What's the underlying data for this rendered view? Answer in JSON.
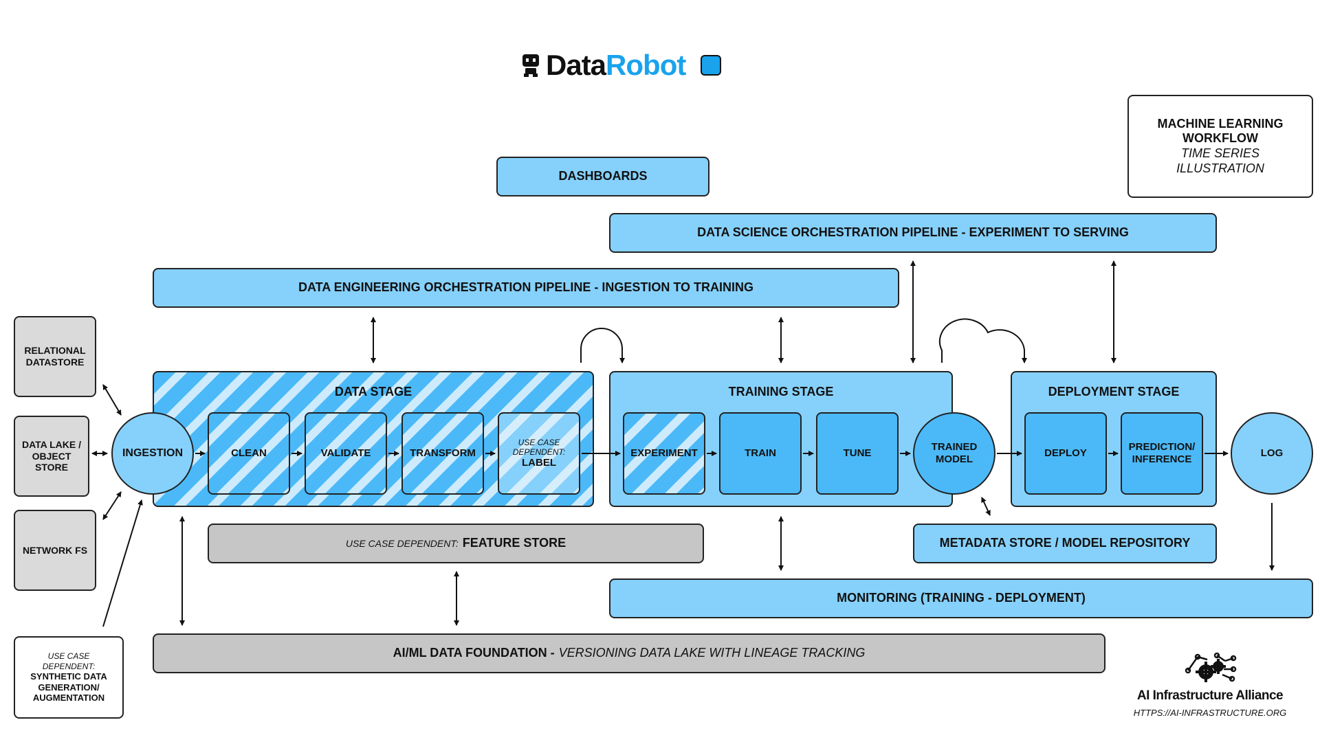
{
  "logo": {
    "prefix": "Data",
    "suffix": "Robot"
  },
  "info_box": {
    "line1": "MACHINE LEARNING",
    "line2": "WORKFLOW",
    "line3": "TIME SERIES",
    "line4": "ILLUSTRATION"
  },
  "dashboards": "DASHBOARDS",
  "ds_pipeline": "DATA SCIENCE ORCHESTRATION PIPELINE - EXPERIMENT TO SERVING",
  "de_pipeline": "DATA ENGINEERING ORCHESTRATION PIPELINE - INGESTION TO TRAINING",
  "sources": {
    "relational": "RELATIONAL DATASTORE",
    "datalake": "DATA LAKE / OBJECT STORE",
    "networkfs": "NETWORK FS"
  },
  "synthetic": {
    "prefix": "USE CASE DEPENDENT:",
    "text": "SYNTHETIC DATA GENERATION/ AUGMENTATION"
  },
  "data_stage": {
    "title": "DATA STAGE",
    "ingestion": "INGESTION",
    "clean": "CLEAN",
    "validate": "VALIDATE",
    "transform": "TRANSFORM",
    "label_prefix": "USE CASE DEPENDENT:",
    "label": "LABEL"
  },
  "training_stage": {
    "title": "TRAINING STAGE",
    "experiment": "EXPERIMENT",
    "train": "TRAIN",
    "tune": "TUNE",
    "trained_model": "TRAINED MODEL"
  },
  "deployment_stage": {
    "title": "DEPLOYMENT STAGE",
    "deploy": "DEPLOY",
    "prediction": "PREDICTION/ INFERENCE"
  },
  "log": "LOG",
  "feature_store": {
    "prefix": "USE CASE DEPENDENT:",
    "text": "FEATURE STORE"
  },
  "metadata_store": "METADATA STORE / MODEL REPOSITORY",
  "monitoring": "MONITORING (TRAINING - DEPLOYMENT)",
  "foundation": {
    "bold": "AI/ML DATA FOUNDATION -",
    "italic": "VERSIONING DATA LAKE WITH LINEAGE TRACKING"
  },
  "alliance": {
    "name": "AI Infrastructure Alliance",
    "url": "HTTPS://AI-INFRASTRUCTURE.ORG"
  },
  "colors": {
    "blue_light": "#86d1fb",
    "blue_mid": "#4bb9f8",
    "gray": "#c6c6c6",
    "logo_blue": "#1aa3ec"
  }
}
